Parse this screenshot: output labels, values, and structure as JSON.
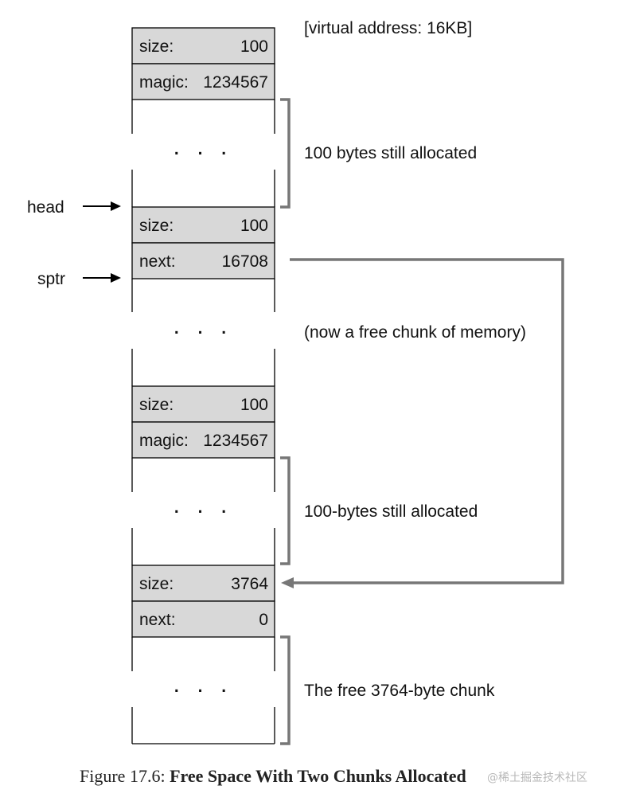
{
  "annotations": {
    "virtual_address": "[virtual address: 16KB]",
    "allocated_1": "100 bytes still allocated",
    "free_chunk": "(now a free chunk of memory)",
    "allocated_2": "100-bytes still allocated",
    "free_big": "The free 3764-byte chunk"
  },
  "pointers": {
    "head": "head",
    "sptr": "sptr"
  },
  "ellipsis": ". . .",
  "header_1": {
    "size_label": "size:",
    "size_value": "100",
    "magic_label": "magic:",
    "magic_value": "1234567"
  },
  "free_header_1": {
    "size_label": "size:",
    "size_value": "100",
    "next_label": "next:",
    "next_value": "16708"
  },
  "header_2": {
    "size_label": "size:",
    "size_value": "100",
    "magic_label": "magic:",
    "magic_value": "1234567"
  },
  "free_header_2": {
    "size_label": "size:",
    "size_value": "3764",
    "next_label": "next:",
    "next_value": "0"
  },
  "caption": {
    "prefix": "Figure 17.6: ",
    "title": "Free Space With Two Chunks Allocated"
  },
  "watermark": "@稀土掘金技术社区",
  "colors": {
    "header_fill": "#d8d8d8",
    "stroke": "#000000",
    "bracket": "#777777"
  }
}
